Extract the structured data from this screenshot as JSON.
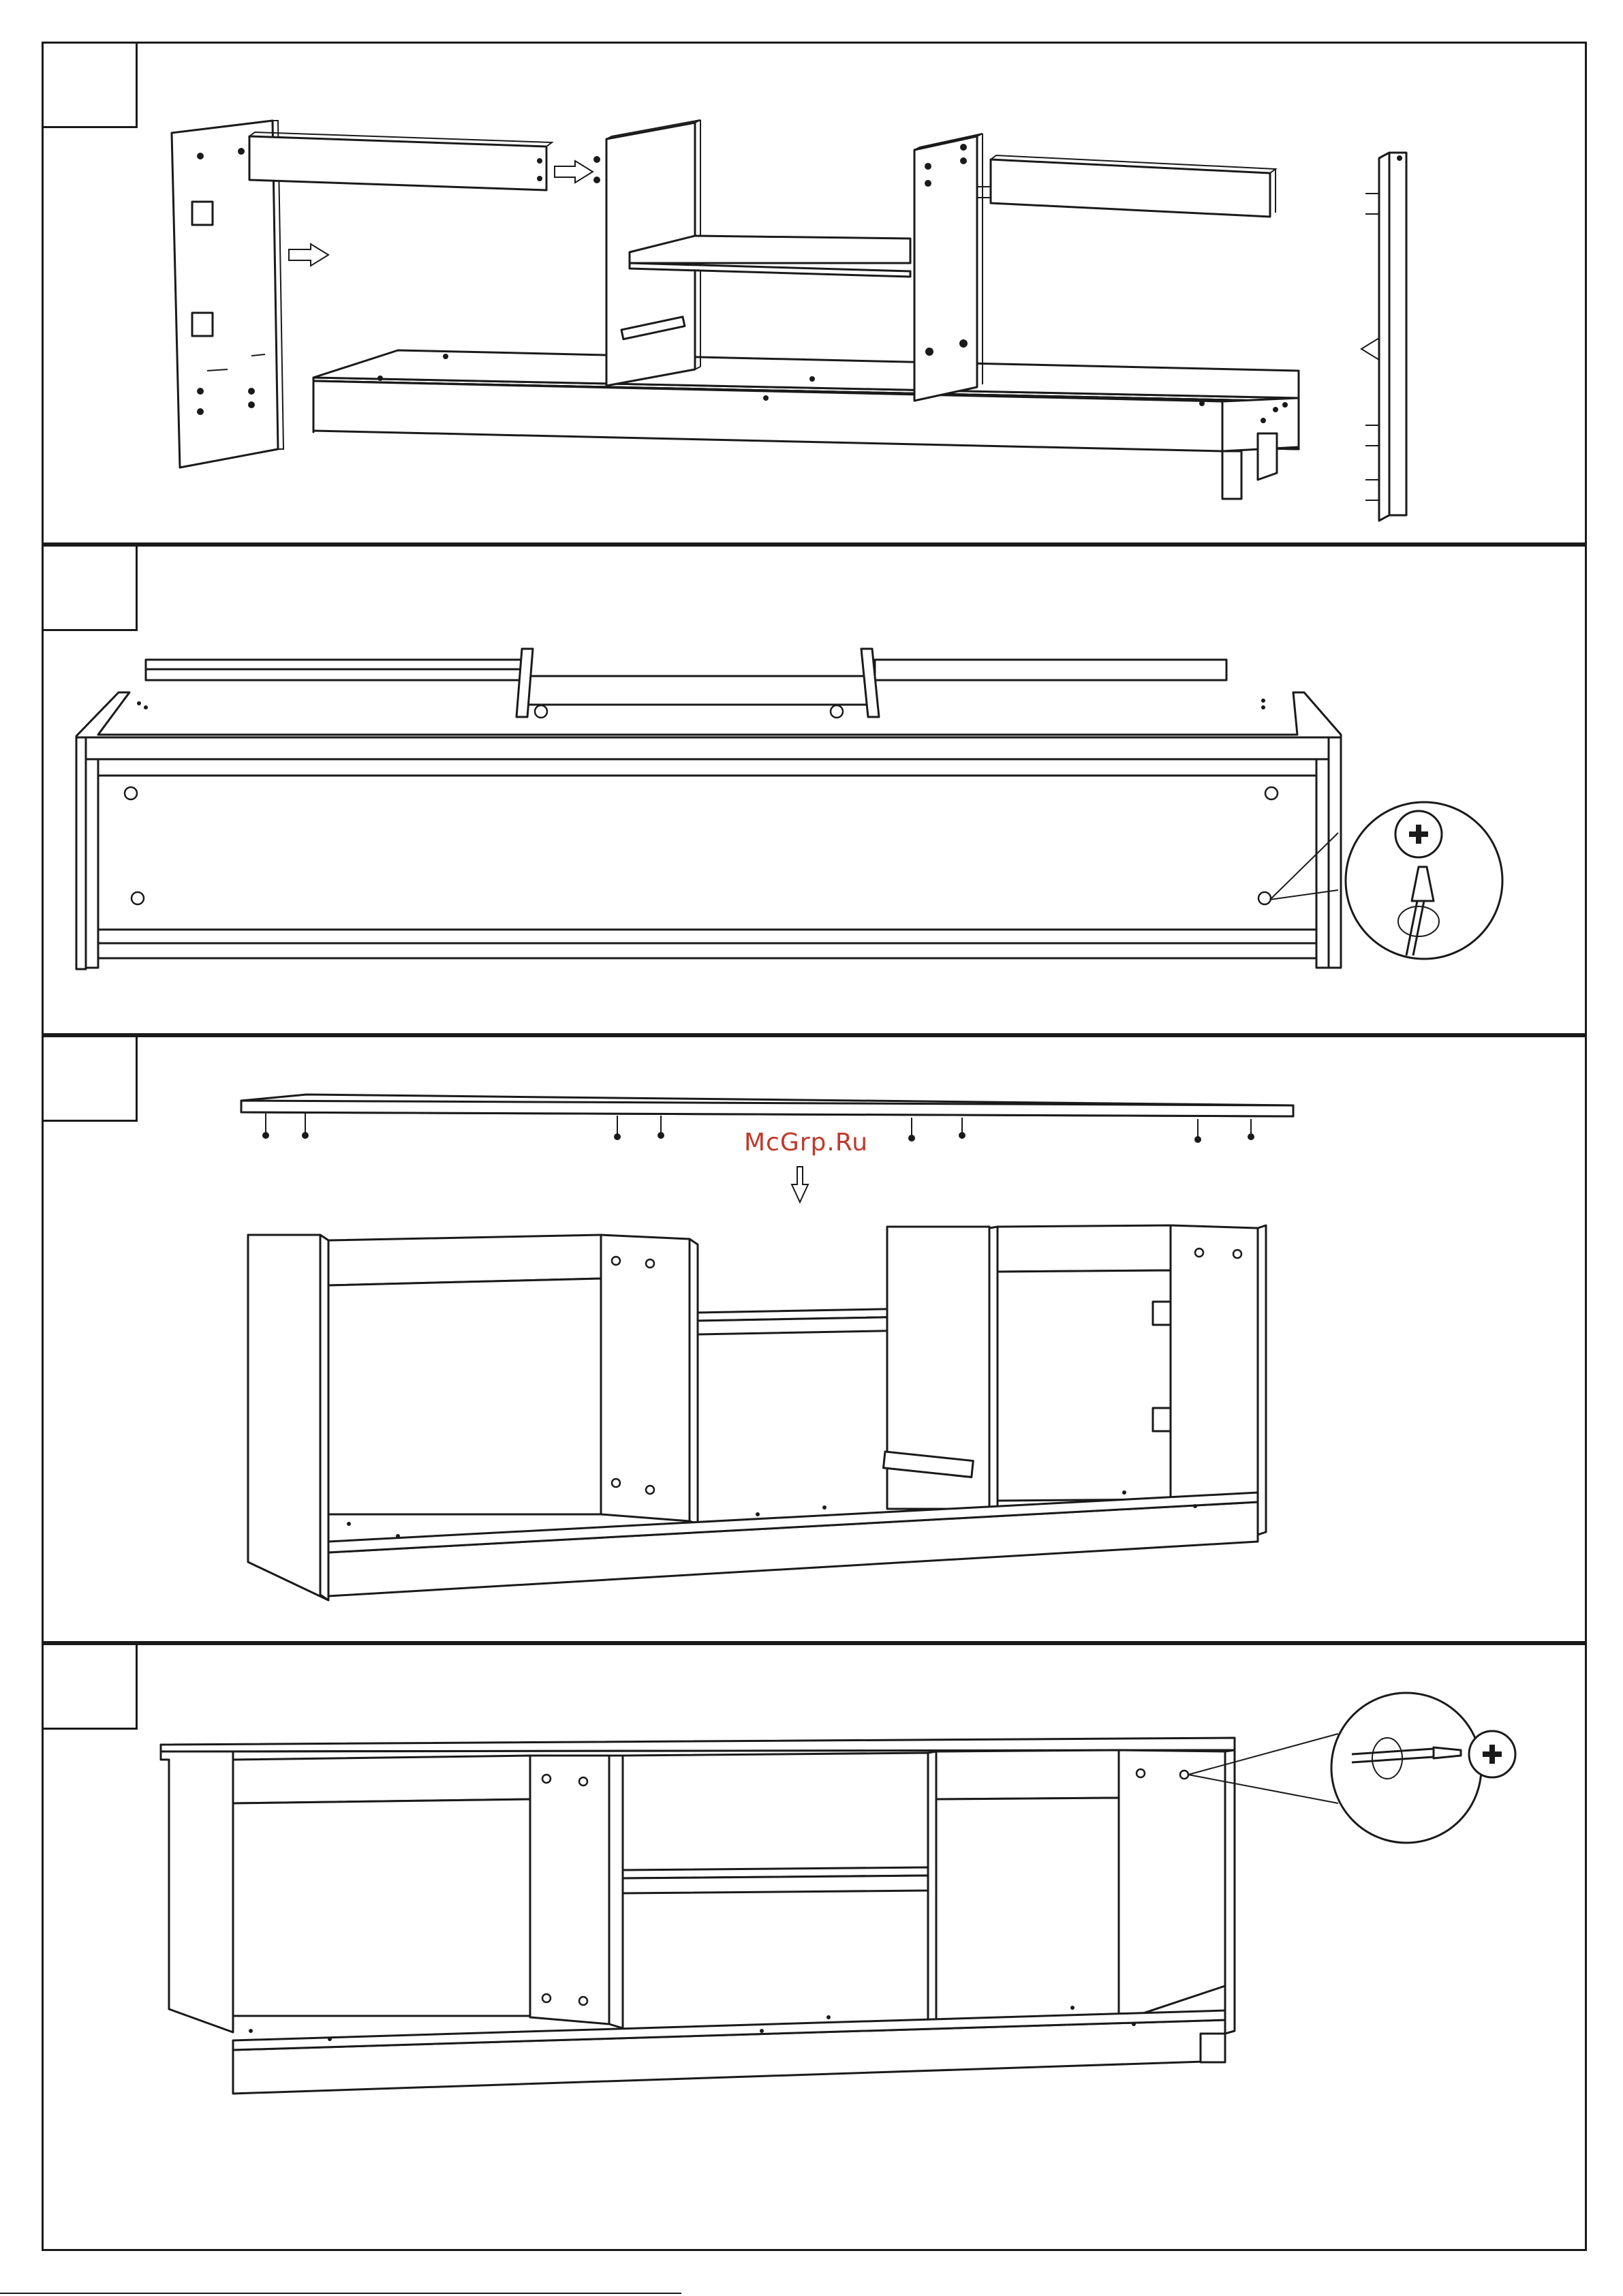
{
  "watermark": {
    "text": "McGrp.Ru"
  },
  "steps": [
    {
      "id": "step-1",
      "number": ""
    },
    {
      "id": "step-2",
      "number": ""
    },
    {
      "id": "step-3",
      "number": ""
    },
    {
      "id": "step-4",
      "number": ""
    }
  ],
  "icons": {
    "step2_detail": "screwdriver-clockwise-icon",
    "step4_detail": "screwdriver-clockwise-icon"
  }
}
